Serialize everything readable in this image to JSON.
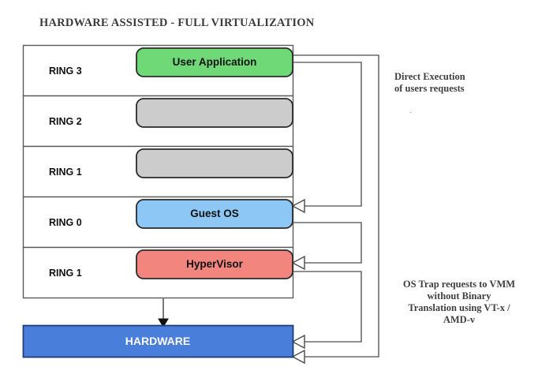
{
  "diagram": {
    "title": "HARDWARE ASSISTED - FULL VIRTUALIZATION",
    "rings": [
      {
        "label": "RING 3",
        "node": "User Application",
        "color": "#70D977",
        "has_node_text": true
      },
      {
        "label": "RING 2",
        "node": "",
        "color": "#CCCCCC",
        "has_node_text": false
      },
      {
        "label": "RING 1",
        "node": "",
        "color": "#CCCCCC",
        "has_node_text": false
      },
      {
        "label": "RING 0",
        "node": "Guest OS",
        "color": "#8DC7F5",
        "has_node_text": true
      },
      {
        "label": "RING 1",
        "node": "HyperVisor",
        "color": "#F2867F",
        "has_node_text": true
      }
    ],
    "hardware": {
      "label": "HARDWARE",
      "color": "#4A7EDB"
    },
    "annotations": [
      {
        "id": "direct-execution",
        "text": "Direct Execution\nof users requests"
      },
      {
        "id": "dot",
        "text": "."
      },
      {
        "id": "os-trap",
        "text": "OS Trap requests to VMM\nwithout Binary\nTranslation using VT-x /\nAMD-v"
      }
    ],
    "colors": {
      "outline": "#5a5a5a",
      "node_outline": "#2b2b2b",
      "connector": "#6b6b6b",
      "arrow_fill": "#ffffff",
      "text": "#111111",
      "title_text": "#3b3b3b"
    }
  }
}
